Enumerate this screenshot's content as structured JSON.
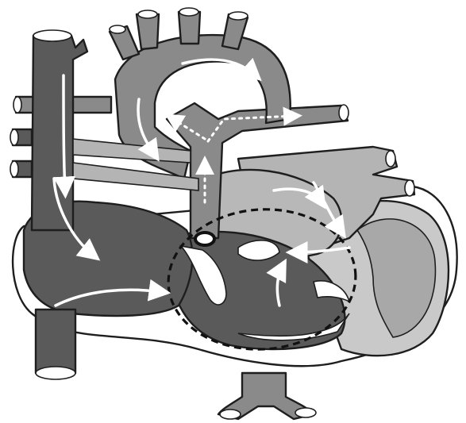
{
  "figure": {
    "colors": {
      "background": "#ffffff",
      "outline": "#1e1e1e",
      "vessel_dark": "#5a5a5a",
      "vessel_mid": "#8a8a8a",
      "chamber_light": "#b4b4b4",
      "chamber_lighter": "#c9c9c9",
      "flow_arrow": "#ffffff",
      "highlight_ring": "#111111"
    },
    "parts": [
      {
        "id": "superior-vena-cava",
        "icon": "vessel"
      },
      {
        "id": "inferior-vena-cava",
        "icon": "vessel"
      },
      {
        "id": "aortic-arch",
        "icon": "vessel"
      },
      {
        "id": "arch-branches",
        "icon": "vessel"
      },
      {
        "id": "pulmonary-artery",
        "icon": "vessel"
      },
      {
        "id": "pulmonary-veins",
        "icon": "vessel"
      },
      {
        "id": "right-atrium",
        "icon": "chamber"
      },
      {
        "id": "left-atrium",
        "icon": "chamber"
      },
      {
        "id": "right-ventricle",
        "icon": "chamber"
      },
      {
        "id": "left-ventricle",
        "icon": "chamber"
      },
      {
        "id": "descending-aorta",
        "icon": "vessel"
      },
      {
        "id": "valve-region-highlight",
        "icon": "dashed-ellipse"
      },
      {
        "id": "blood-flow-arrows",
        "icon": "arrow"
      }
    ]
  }
}
